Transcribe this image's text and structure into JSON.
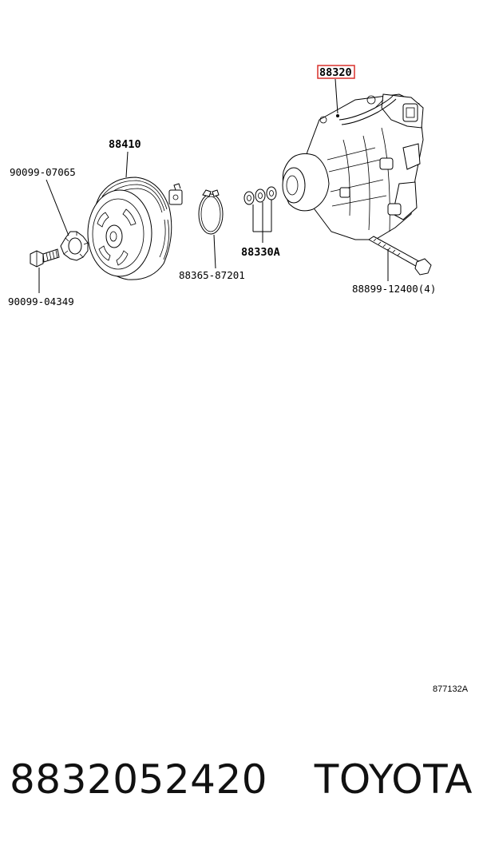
{
  "diagram": {
    "labels": {
      "compressor": "88320",
      "pulley": "88410",
      "washer_top": "90099-07065",
      "bolt_left": "90099-04349",
      "snap_ring": "88365-87201",
      "shims": "88330A",
      "long_bolt": "88899-12400(4)"
    },
    "figure_ref": "877132A",
    "highlight_color": "#d9302c"
  },
  "caption": {
    "part_number": "8832052420",
    "brand": "TOYOTA"
  }
}
